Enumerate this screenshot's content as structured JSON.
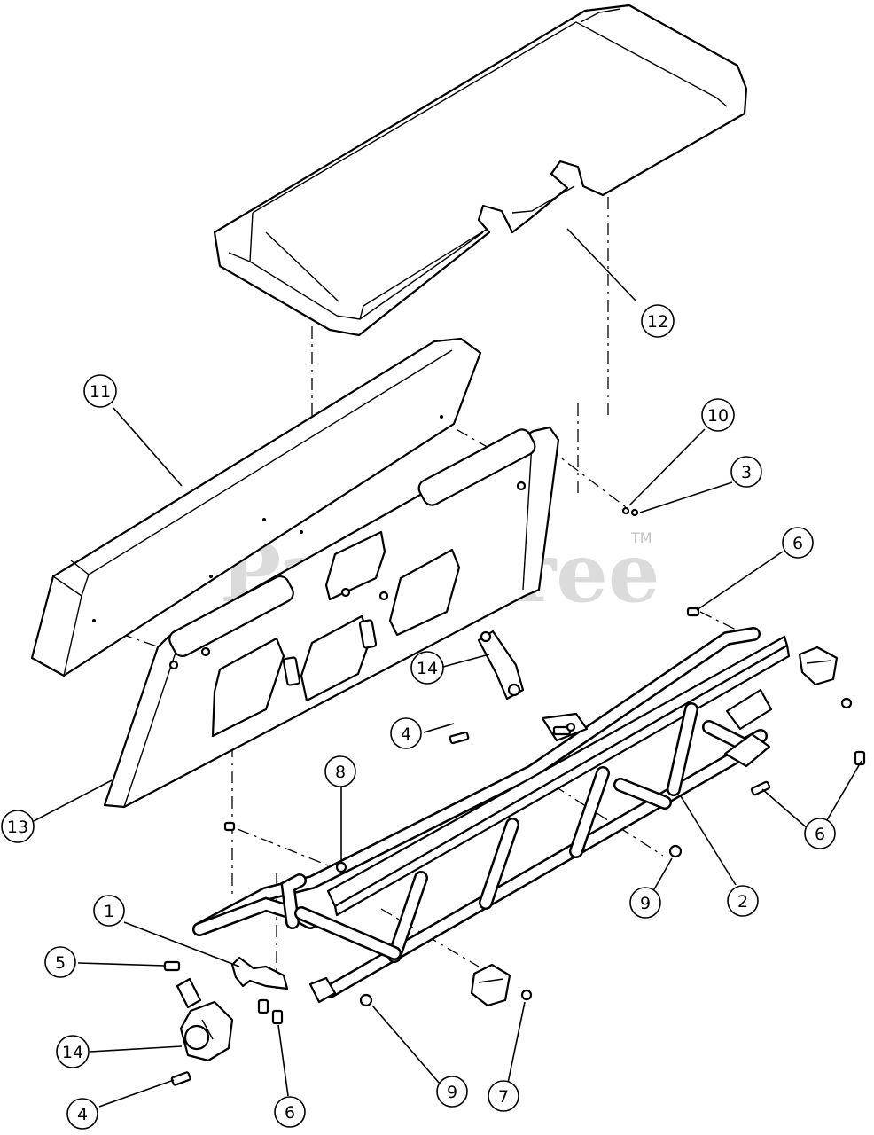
{
  "watermark": {
    "text": "PartsTree",
    "trademark": "TM"
  },
  "callouts": [
    {
      "label": "12"
    },
    {
      "label": "11"
    },
    {
      "label": "10"
    },
    {
      "label": "3"
    },
    {
      "label": "6"
    },
    {
      "label": "14"
    },
    {
      "label": "4"
    },
    {
      "label": "8"
    },
    {
      "label": "13"
    },
    {
      "label": "6"
    },
    {
      "label": "9"
    },
    {
      "label": "2"
    },
    {
      "label": "1"
    },
    {
      "label": "5"
    },
    {
      "label": "14"
    },
    {
      "label": "4"
    },
    {
      "label": "6"
    },
    {
      "label": "9"
    },
    {
      "label": "7"
    }
  ]
}
